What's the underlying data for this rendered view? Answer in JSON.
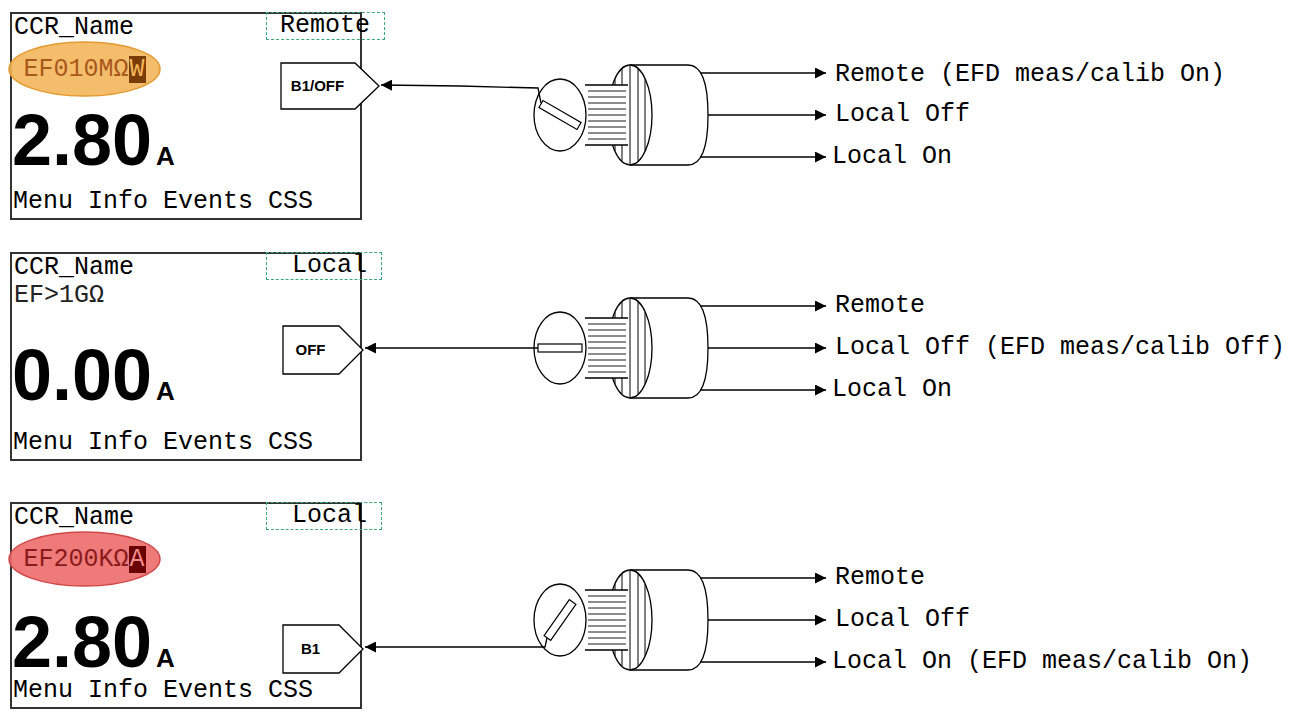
{
  "diagram": {
    "nodes": [
      {
        "text": [
          "CCR_Name",
          "2.80",
          "A",
          "Menu Info Events CSS"
        ]
      },
      {
        "text": [
          "Remote"
        ],
        "in": 0
      },
      {
        "text": [
          "EF010MΩ",
          "W"
        ],
        "in": 0
      },
      {
        "text": [
          "B1/OFF"
        ],
        "in": 0
      },
      {
        "text": [
          "CCR_Name",
          "EF>1GΩ",
          "0.00",
          "A",
          "Menu Info Events CSS"
        ]
      },
      {
        "text": [
          "Local"
        ],
        "in": 4
      },
      {
        "text": [
          "OFF"
        ],
        "in": 4
      },
      {
        "text": [
          "CCR_Name",
          "2.80",
          "A",
          "Menu Info Events CSS"
        ]
      },
      {
        "text": [
          "Local"
        ],
        "in": 7
      },
      {
        "text": [
          "EF200KΩ",
          "A"
        ],
        "in": 7
      },
      {
        "text": [
          "B1"
        ],
        "in": 7
      }
    ],
    "labels": [
      "Remote (EFD meas/calib On)",
      "Local Off",
      "Local On",
      "Remote",
      "Local Off (EFD meas/calib Off)",
      "Local On",
      "Remote",
      "Local Off",
      "Local On (EFD meas/calib On)"
    ]
  }
}
